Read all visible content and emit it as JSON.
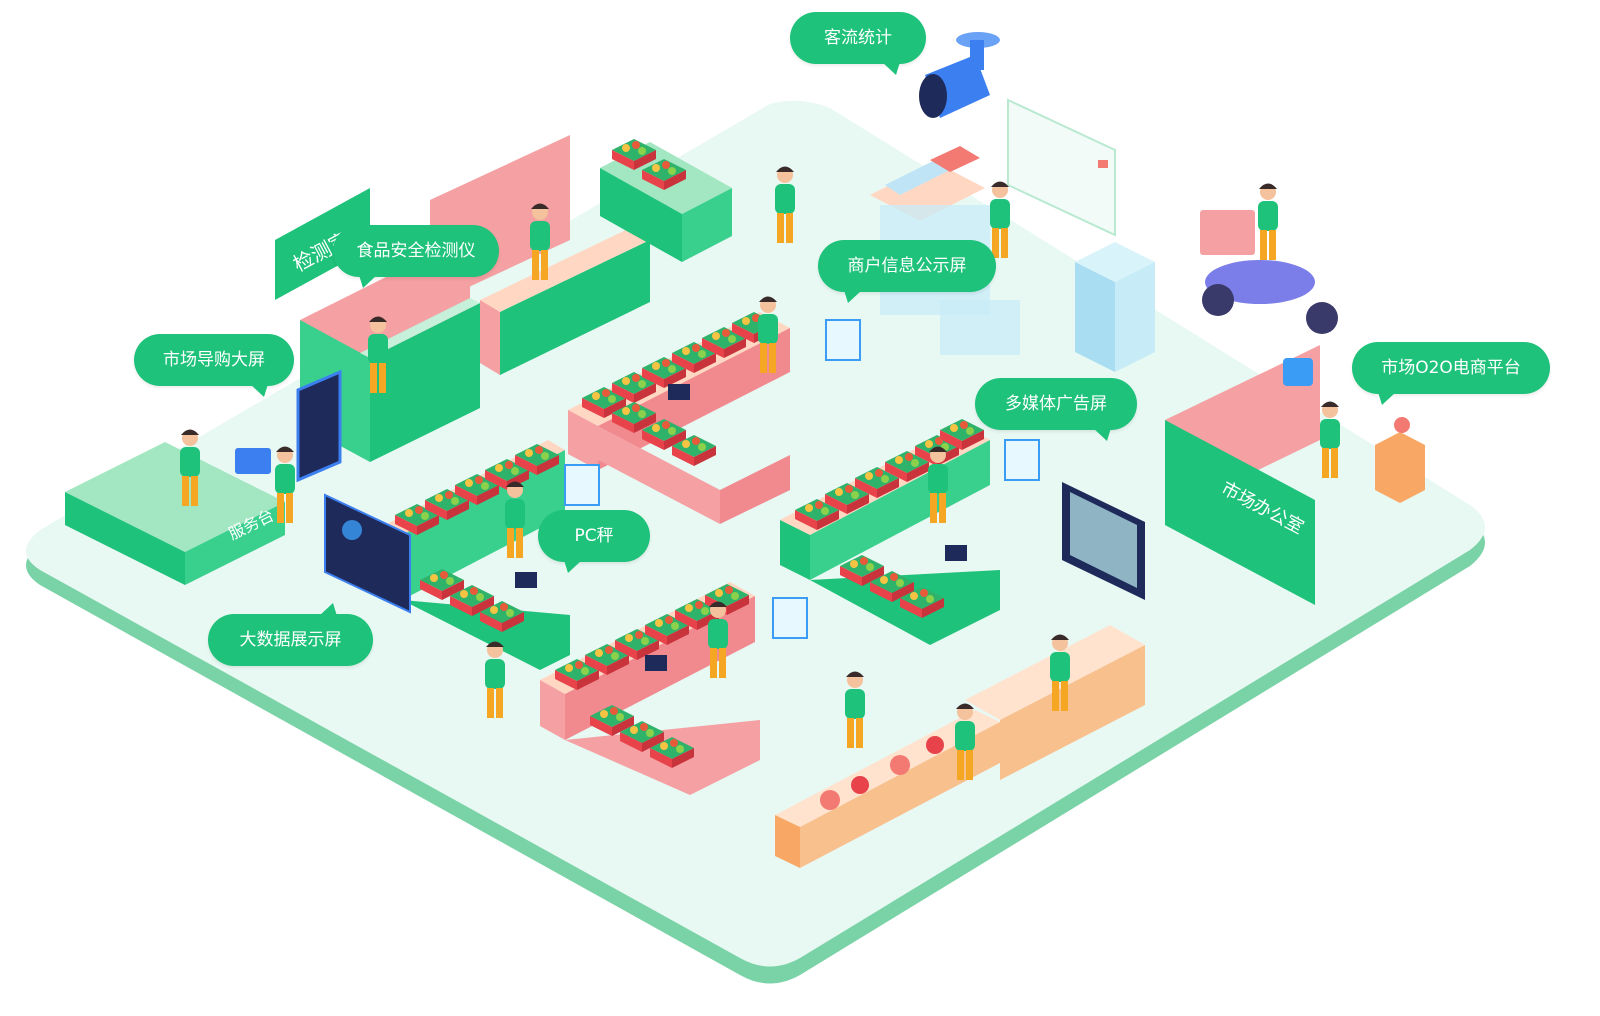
{
  "labels": {
    "customer_flow": "客流统计",
    "food_safety_tester": "食品安全检测仪",
    "merchant_info_screen": "商户信息公示屏",
    "market_guide_screen": "市场导购大屏",
    "market_o2o_platform": "市场O2O电商平台",
    "multimedia_ad_screen": "多媒体广告屏",
    "pc_scale": "PC秤",
    "big_data_screen": "大数据展示屏"
  },
  "signs": {
    "testing_room": "检测室",
    "service_desk": "服务台",
    "market_office": "市场办公室"
  },
  "colors": {
    "brand_green": "#1ec27a",
    "floor": "#e8f8f3",
    "floor_edge": "#7ad3a6",
    "counter_pink": "#f5a0a3",
    "counter_orange": "#f8c08d",
    "screen_navy": "#1e2a5a"
  }
}
